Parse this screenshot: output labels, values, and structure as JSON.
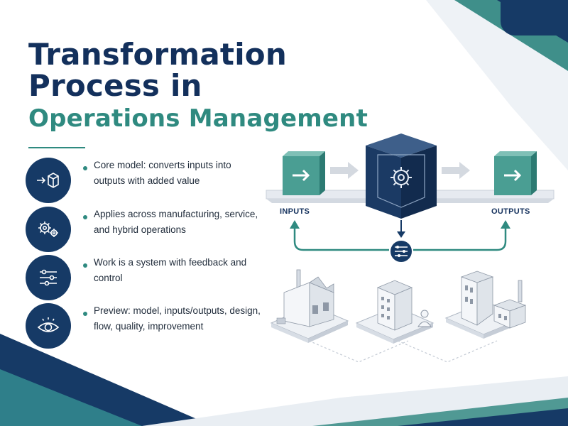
{
  "title": {
    "line1": "Transformation",
    "line2": "Process in",
    "line3": "Operations Management"
  },
  "bullets": [
    {
      "icon": "cube-input-icon",
      "text": "Core model: converts inputs into outputs with added value"
    },
    {
      "icon": "gears-icon",
      "text": "Applies across manufacturing, service, and hybrid operations"
    },
    {
      "icon": "sliders-icon",
      "text": "Work is a system with feedback and control"
    },
    {
      "icon": "eye-icon",
      "text": "Preview: model, inputs/outputs, design, flow, quality, improvement"
    }
  ],
  "diagram": {
    "inputs_label": "INPUTS",
    "outputs_label": "OUTPUTS",
    "process_icon": "gear-icon",
    "feedback_icon": "sliders-icon",
    "buildings": [
      "factory-icon",
      "office-building-icon",
      "hybrid-building-icon"
    ]
  },
  "colors": {
    "navy": "#163a66",
    "teal": "#2f8a80",
    "light_gray": "#eef1f5"
  }
}
